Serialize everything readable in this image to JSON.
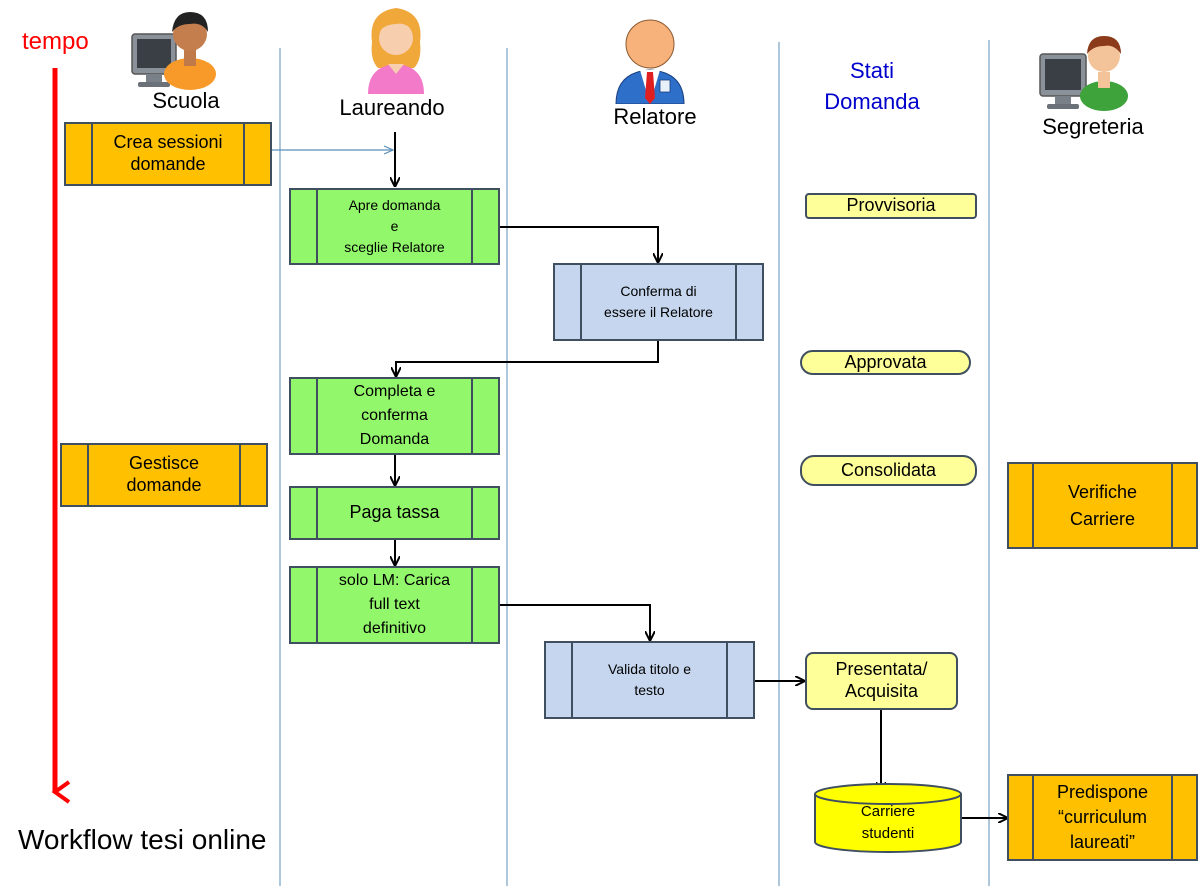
{
  "timeline": {
    "label": "tempo"
  },
  "footer": {
    "title": "Workflow tesi online"
  },
  "lanes": {
    "scuola": "Scuola",
    "laureando": "Laureando",
    "relatore": "Relatore",
    "stati_line1": "Stati",
    "stati_line2": "Domanda",
    "segreteria": "Segreteria"
  },
  "tasks": {
    "crea_sessioni": [
      "Crea sessioni",
      "domande"
    ],
    "gestisce_domande": [
      "Gestisce",
      "domande"
    ],
    "apre_domanda": [
      "Apre domanda",
      "e",
      "sceglie Relatore"
    ],
    "conferma_relatore": [
      "Conferma di",
      "essere il Relatore"
    ],
    "completa_domanda": [
      "Completa e",
      "conferma",
      "Domanda"
    ],
    "paga_tassa": [
      "Paga tassa"
    ],
    "carica_fulltext": [
      "solo LM: Carica",
      "full text",
      "definitivo"
    ],
    "valida_titolo": [
      "Valida titolo e",
      "testo"
    ],
    "verifiche_carriere": [
      "Verifiche",
      "Carriere"
    ],
    "predispone": [
      "Predispone",
      "“curriculum",
      "laureati”"
    ]
  },
  "states": {
    "provvisoria": "Provvisoria",
    "approvata": "Approvata",
    "consolidata": "Consolidata",
    "presentata": [
      "Presentata/",
      "Acquisita"
    ]
  },
  "database": {
    "carriere": [
      "Carriere",
      "studenti"
    ]
  },
  "colors": {
    "timeline": "#ff0000",
    "stati_title": "#0000cc",
    "lane_divider": "#5b8fb9",
    "orange_task": "#ffc000",
    "green_task": "#92f76b",
    "blue_task": "#c5d6ee",
    "state_fill": "#ffff99",
    "database_fill": "#ffff00"
  },
  "icons": {
    "scuola": "user-at-computer-icon",
    "laureando": "female-student-icon",
    "relatore": "professor-icon",
    "segreteria": "user-at-computer-icon"
  }
}
